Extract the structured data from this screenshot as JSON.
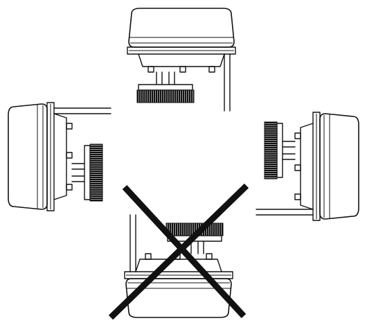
{
  "figure": {
    "description_text": "",
    "colors": {
      "line": "#111111",
      "background": "#ffffff",
      "knob": "#111111",
      "cross": "#111111"
    },
    "icons": [
      "device-upright-icon",
      "device-left-icon",
      "device-right-icon",
      "device-inverted-icon",
      "cross-mark-icon"
    ],
    "orientations": [
      "upright",
      "rotated-left",
      "rotated-right",
      "inverted"
    ],
    "prohibited_orientation": "inverted"
  }
}
